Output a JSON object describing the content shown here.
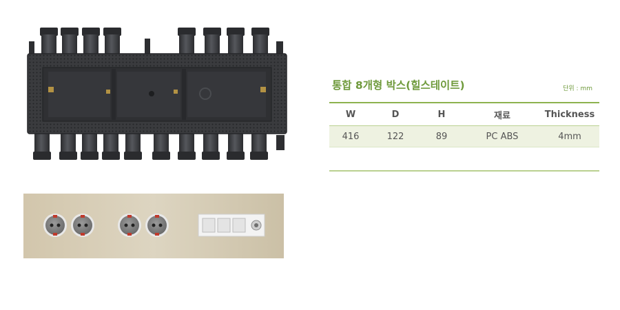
{
  "spec": {
    "title": "통합 8개형 박스(힐스테이트)",
    "unit": "단위 : mm",
    "columns": [
      "W",
      "D",
      "H",
      "재료",
      "Thickness"
    ],
    "row": [
      "416",
      "122",
      "89",
      "PC ABS",
      "4mm"
    ]
  },
  "colors": {
    "accent": "#6f9a3c",
    "rule": "#8cb24e",
    "row_bg": "#eef2e1",
    "box": "#3c3e42",
    "plate": "#d6ccb4"
  },
  "images": {
    "product": "integrated-8-gang-box-photo",
    "panel": "outlet-panel-photo"
  }
}
